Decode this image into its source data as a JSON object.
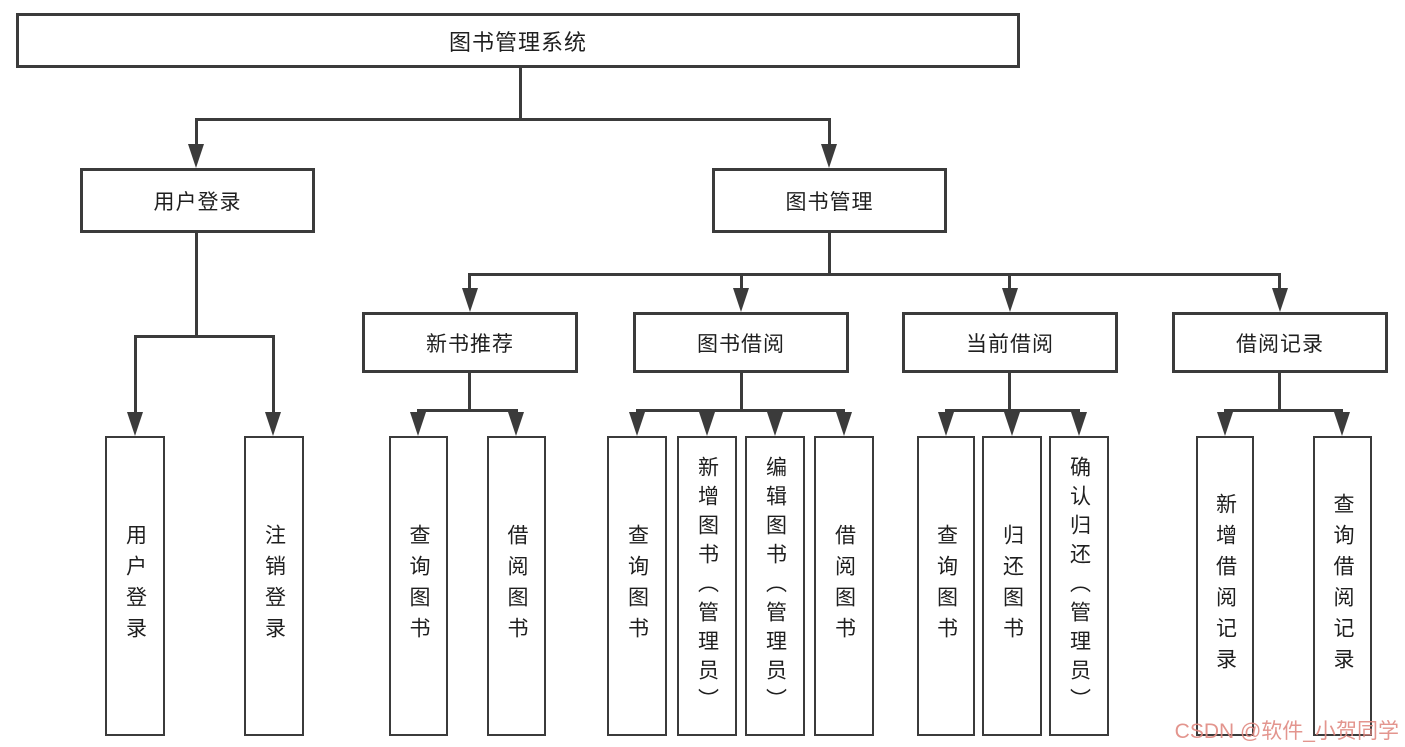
{
  "diagram": {
    "title": "图书管理系统",
    "nodes": {
      "root": "图书管理系统",
      "user_login": "用户登录",
      "book_mgmt": "图书管理",
      "new_book": "新书推荐",
      "book_borrow": "图书借阅",
      "current_borrow": "当前借阅",
      "borrow_records": "借阅记录"
    },
    "leaves": {
      "login_1": "用户登录",
      "login_2": "注销登录",
      "new_1": "查询图书",
      "new_2": "借阅图书",
      "borrow_1": "查询图书",
      "borrow_2": "新增图书（管理员）",
      "borrow_3": "编辑图书（管理员）",
      "borrow_4": "借阅图书",
      "cur_1": "查询图书",
      "cur_2": "归还图书",
      "cur_3": "确认归还（管理员）",
      "rec_1": "新增借阅记录",
      "rec_2": "查询借阅记录"
    }
  },
  "watermark": {
    "text": "CSDN @软件_小贺同学",
    "color": "#e08a82"
  },
  "colors": {
    "line": "#3b3b3b",
    "text": "#1f1f1f",
    "background": "#ffffff"
  }
}
